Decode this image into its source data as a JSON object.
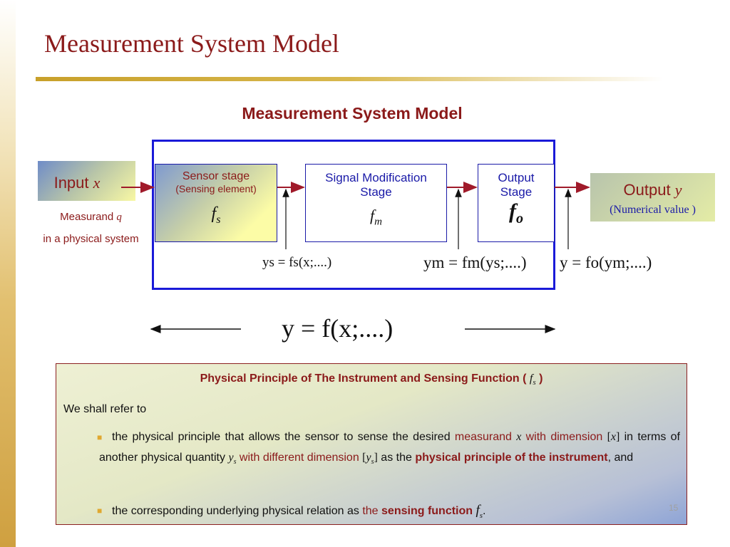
{
  "slide": {
    "title": "Measurement System Model",
    "page_number": "15"
  },
  "diagram": {
    "heading": "Measurement System Model",
    "input": {
      "label": "Input",
      "symbol": "x"
    },
    "measurand": {
      "label": "Measurand",
      "symbol": "q",
      "context": "in a physical system"
    },
    "output": {
      "label": "Output",
      "symbol": "y",
      "sublabel": "(Numerical value )"
    },
    "stages": {
      "sensor": {
        "line1": "Sensor stage",
        "line2": "(Sensing element)",
        "function_symbol": "f",
        "function_subscript": "s"
      },
      "modification": {
        "line1": "Signal Modification",
        "line2": "Stage",
        "function_symbol": "f",
        "function_subscript": "m"
      },
      "output": {
        "line1": "Output",
        "line2": "Stage",
        "function_symbol": "f",
        "function_subscript": "o"
      }
    },
    "equations": {
      "sensor": "ys = fs(x;....)",
      "modification": "ym = fm(ys;....)",
      "output": "y = fo(ym;....)",
      "overall": "y = f(x;....)"
    }
  },
  "principle": {
    "heading": "Physical Principle of The Instrument and Sensing Function (",
    "heading_close": ")",
    "heading_symbol": "f",
    "heading_subscript": "s",
    "intro": "We shall refer to",
    "bullet1": {
      "part1": "the physical principle that allows the sensor to sense the desired",
      "measurand": "measurand",
      "measurand_symbol": "x",
      "with_dimension": "with dimension",
      "part2": "in terms of another physical quantity",
      "quantity_symbol": "y",
      "quantity_subscript": "s",
      "with_different_dimension": "with different dimension",
      "part3": "as the",
      "bold_phrase": "physical principle of the instrument",
      "part4": ", and"
    },
    "bullet2": {
      "part1": "the corresponding underlying physical relation as",
      "the": "the",
      "bold_phrase": "sensing function",
      "symbol": "f",
      "subscript": "s",
      "end": "."
    }
  },
  "colors": {
    "title": "#8b1a1a",
    "frame": "#1a1ad8",
    "block_text": "#1a1aa8",
    "arrow": "#a01a2a",
    "bullet": "#e0a830"
  }
}
